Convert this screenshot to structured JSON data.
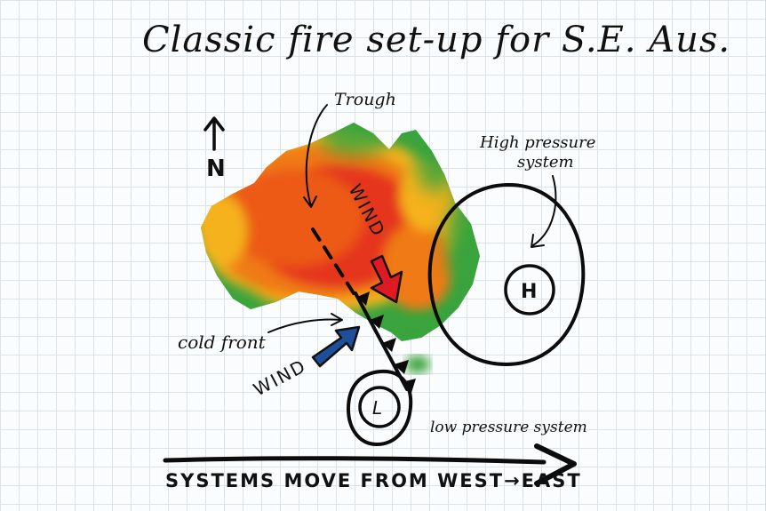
{
  "title": "Classic fire set-up for S.E. Aus.",
  "labels": {
    "north": "N",
    "trough": "Trough",
    "high_pressure_line1": "High pressure",
    "high_pressure_line2": "system",
    "high_symbol": "H",
    "cold_front": "cold front",
    "wind_red": "WIND",
    "wind_blue": "WIND",
    "low_symbol": "L",
    "low_pressure": "low pressure system",
    "movement": "SYSTEMS MOVE FROM WEST→EAST"
  },
  "colors": {
    "grid": "#dbe3ea",
    "ink": "#0c0c0c",
    "wind_red": "#e01a22",
    "wind_blue": "#1e4f9a",
    "heat_hot": "#e5361a",
    "heat_warm": "#f07a14",
    "heat_mild": "#f5b21e",
    "heat_cool": "#3aa43e"
  }
}
